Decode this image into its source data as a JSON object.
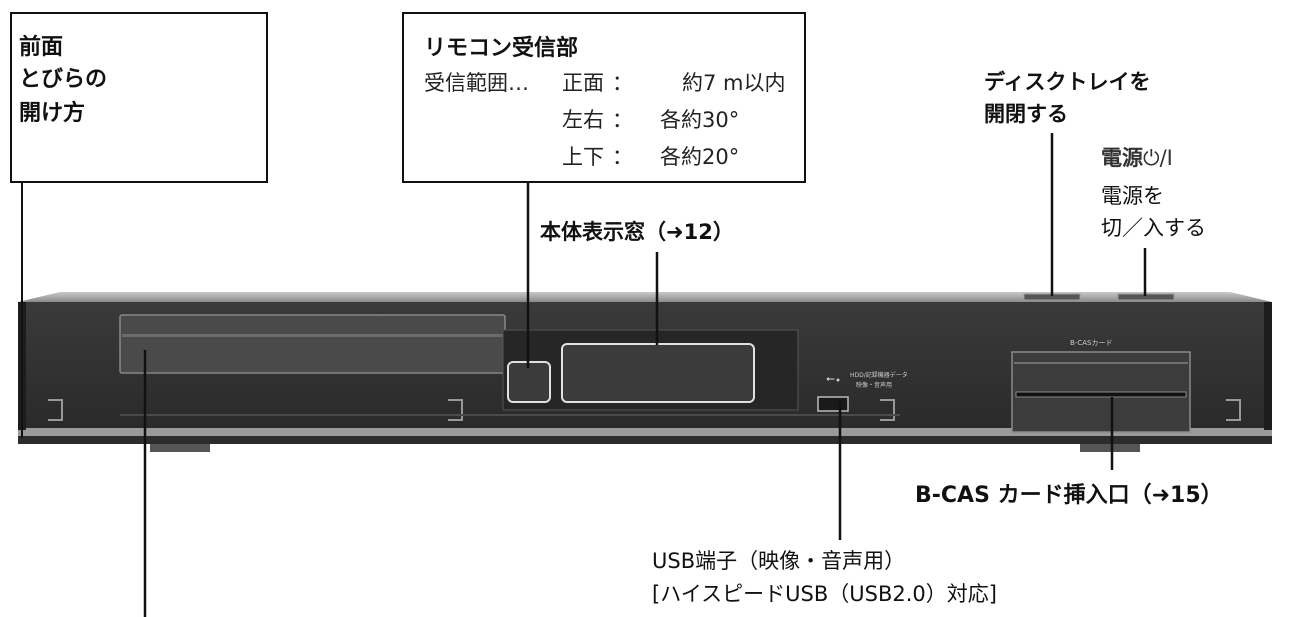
{
  "front_door": {
    "lines": [
      "前面",
      "とびらの",
      "開け方"
    ]
  },
  "remote_receiver": {
    "title": "リモコン受信部",
    "range_label": "受信範囲…",
    "rows": [
      {
        "dir": "正面",
        "sep": "：",
        "val": "約7 m以内"
      },
      {
        "dir": "左右",
        "sep": "：",
        "val": "各約30°"
      },
      {
        "dir": "上下",
        "sep": "：",
        "val": "各約20°"
      }
    ]
  },
  "display_window": {
    "label": "本体表示窓（➜12）"
  },
  "disc_tray": {
    "lines": [
      "ディスクトレイを",
      "開閉する"
    ]
  },
  "power": {
    "title_prefix": "電源",
    "power_symbol": "⏻/I",
    "lines": [
      "電源を",
      "切／入する"
    ]
  },
  "bcas": {
    "label": "B-CAS  カード挿入口（➜15）",
    "device_label": "B-CASカード"
  },
  "usb": {
    "lines": [
      "USB端子（映像・音声用）",
      "[ハイスピードUSB（USB2.0）対応]"
    ],
    "device_label_1": "HDD/記録機器データ",
    "device_label_2": "映像・音声用"
  },
  "icons": {
    "usb_symbol": "⭠"
  }
}
